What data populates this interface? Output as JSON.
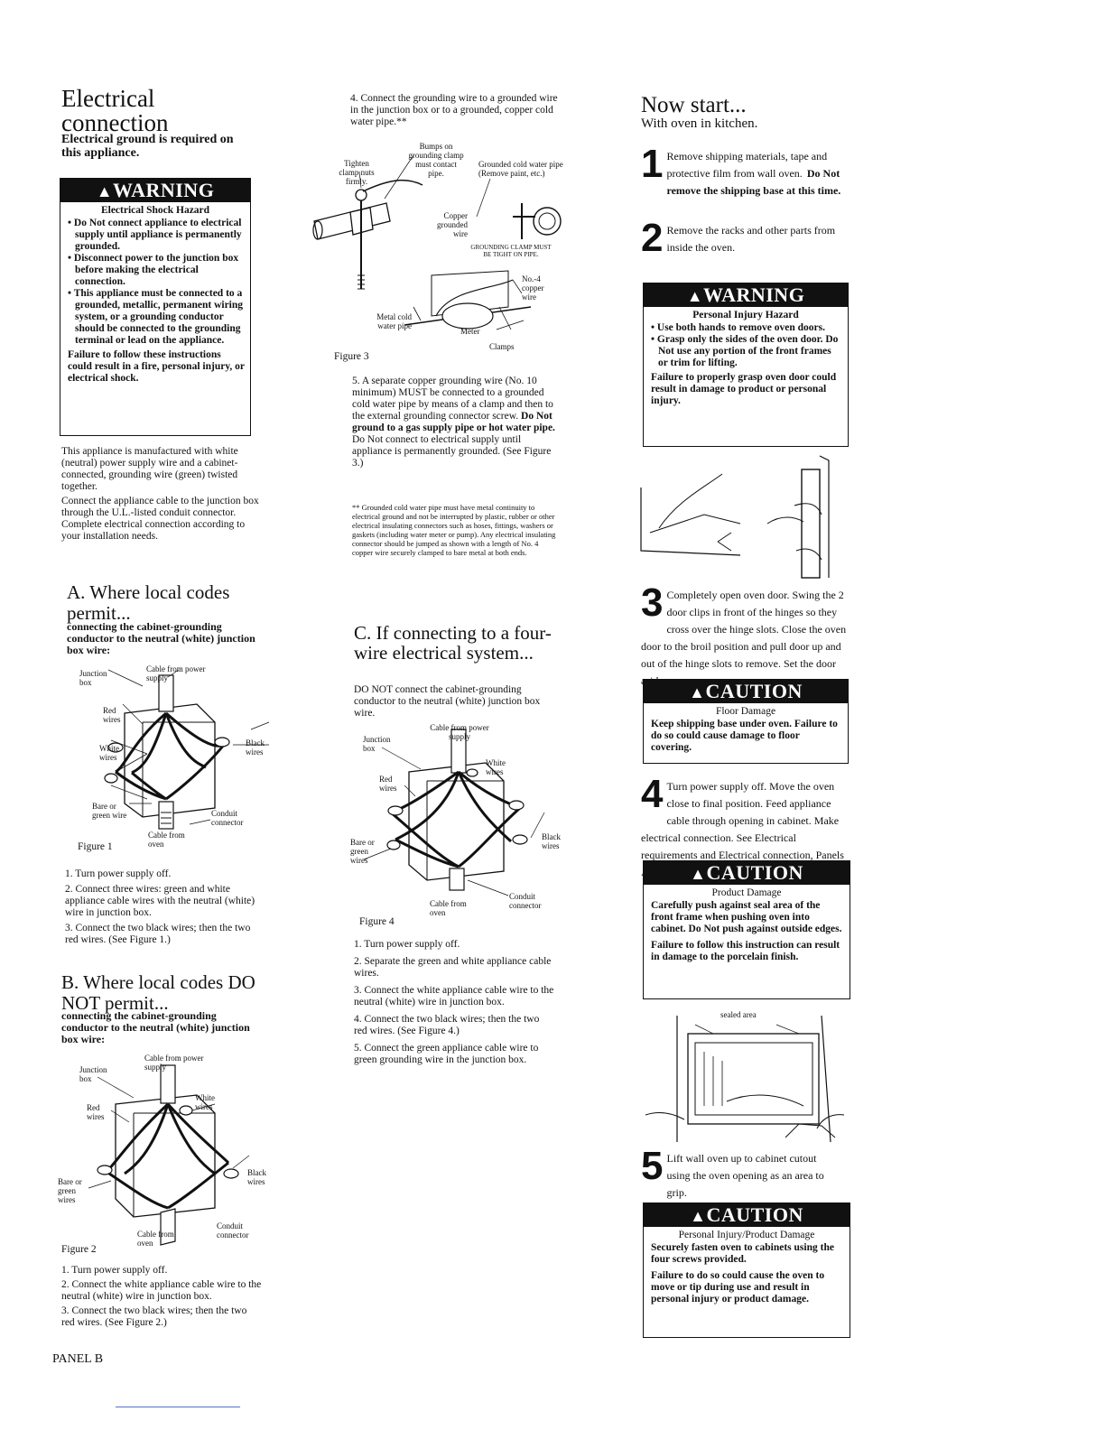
{
  "left": {
    "title": "Electrical connection",
    "subtitle": "Electrical ground is required on this appliance.",
    "warning": {
      "header": "WARNING",
      "title": "Electrical Shock Hazard",
      "items": [
        "Do Not connect appliance to electrical supply until appliance is permanently grounded.",
        "Disconnect power to the junction box before making the electrical connection.",
        "This appliance must be connected to a grounded, metallic, permanent wiring system, or a grounding conductor should be connected to the grounding terminal or lead on the appliance."
      ],
      "footer": "Failure to follow these instructions could result in a fire, personal injury, or electrical shock."
    },
    "para1": "This appliance is manufactured with white (neutral) power supply wire and a cabinet-connected, grounding wire (green) twisted together.",
    "para2": "Connect the appliance cable to the junction box through the U.L.-listed conduit connector. Complete electrical connection according to your installation needs.",
    "secA": {
      "title": "A. Where local codes permit...",
      "subtitle": "connecting the cabinet-grounding conductor to the neutral (white) junction box wire:",
      "fig": {
        "junction": "Junction box",
        "cable_supply": "Cable from power supply",
        "red": "Red wires",
        "white": "White wires",
        "black": "Black wires",
        "bare": "Bare or green wire",
        "conduit": "Conduit connector",
        "cable_oven": "Cable from oven",
        "caption": "Figure 1"
      },
      "steps": [
        "1. Turn power supply off.",
        "2. Connect three wires: green and white appliance cable wires with the neutral (white) wire in junction box.",
        "3. Connect the two black wires; then the two red wires. (See Figure 1.)"
      ]
    },
    "secB": {
      "title": "B. Where local codes DO NOT permit...",
      "subtitle": "connecting the cabinet-grounding conductor to the neutral (white) junction box wire:",
      "fig": {
        "junction": "Junction box",
        "cable_supply": "Cable from power supply",
        "red": "Red wires",
        "white": "White wires",
        "black": "Black wires",
        "bare": "Bare or green wires",
        "conduit": "Conduit connector",
        "cable_oven": "Cable from oven",
        "caption": "Figure 2"
      },
      "steps": [
        "1. Turn power supply off.",
        "2. Connect the white appliance cable wire to the neutral (white) wire in junction box.",
        "3. Connect the two black wires; then the two red wires. (See Figure 2.)"
      ]
    },
    "panel": "PANEL B"
  },
  "middle": {
    "step4": "4. Connect the grounding wire to a grounded wire in the junction box or to a grounded, copper cold water pipe.**",
    "fig3": {
      "tighten": "Tighten clamp nuts firmly.",
      "bumps": "Bumps on grounding clamp must contact pipe.",
      "grounded_cold": "Grounded cold water pipe (Remove paint, etc.)",
      "copper_grounded": "Copper grounded wire",
      "grounding_clamp": "GROUNDING CLAMP MUST BE TIGHT ON PIPE.",
      "no4": "No.-4 copper wire",
      "metal_cold": "Metal cold water pipe",
      "meter": "Meter",
      "clamps": "Clamps",
      "caption": "Figure 3"
    },
    "step5a": "5. A separate copper grounding wire (No. 10 minimum) MUST be connected to a grounded cold water pipe by means of a clamp and then to the external grounding connector screw.",
    "step5b": "Do Not ground to a gas supply pipe or hot water pipe.",
    "step5c": "Do Not connect to electrical supply until appliance is permanently grounded. (See Figure 3.)",
    "footnote": "** Grounded cold water pipe must have metal continuity to electrical ground and not be interrupted by plastic, rubber or other electrical insulating connectors such as hoses, fittings, washers or gaskets (including water meter or pump). Any electrical insulating connector should be jumped as shown with a length of No. 4 copper wire securely clamped to bare metal at both ends.",
    "secC": {
      "title": "C. If connecting to a four-wire electrical system...",
      "subtitle": "DO NOT connect the cabinet-grounding conductor to the neutral (white) junction box wire.",
      "fig": {
        "junction": "Junction box",
        "cable_supply": "Cable from power supply",
        "red": "Red wires",
        "white": "White wires",
        "black": "Black wires",
        "bare": "Bare or green wires",
        "conduit": "Conduit connector",
        "cable_oven": "Cable from oven",
        "caption": "Figure 4"
      },
      "steps": [
        "1. Turn power supply off.",
        "2. Separate the green and white appliance cable wires.",
        "3. Connect the white appliance cable wire to the neutral (white) wire in junction box.",
        "4. Connect the two black wires; then the two red wires. (See Figure 4.)",
        "5. Connect the green appliance cable wire to green grounding wire in the junction box."
      ]
    }
  },
  "right": {
    "title": "Now start...",
    "subtitle": "With oven in kitchen.",
    "step1": {
      "num": "1",
      "text": "Remove shipping materials, tape and protective film from wall oven.",
      "bold": "Do Not remove the shipping base at this time."
    },
    "step2": {
      "num": "2",
      "text": "Remove the racks and other parts from inside the oven."
    },
    "warning": {
      "header": "WARNING",
      "title": "Personal Injury Hazard",
      "items": [
        "Use both hands to remove oven doors.",
        "Grasp only the sides of the oven door. Do Not use any portion of the front frames or trim for lifting."
      ],
      "footer": "Failure to properly grasp oven door could result in damage to product or personal injury."
    },
    "step3": {
      "num": "3",
      "text": "Completely open oven door. Swing the 2 door clips in front of the hinges so they cross over the hinge slots. Close the oven door to the broil position and pull door up and out of the hinge slots to remove. Set the door aside."
    },
    "caution1": {
      "header": "CAUTION",
      "title": "Floor Damage",
      "text": "Keep shipping base under oven. Failure to do so could cause damage to floor covering."
    },
    "step4": {
      "num": "4",
      "text": "Turn power supply off. Move the oven close to final position. Feed appliance cable through opening in cabinet. Make electrical connection. See Electrical requirements and Electrical connection, Panels A and B."
    },
    "caution2": {
      "header": "CAUTION",
      "title": "Product Damage",
      "text": "Carefully push against seal area of the front frame when pushing oven into cabinet. Do Not push against outside edges.",
      "footer": "Failure to follow this instruction can result in damage to the porcelain finish."
    },
    "sealed": "sealed area",
    "step5": {
      "num": "5",
      "text": "Lift wall oven up to cabinet cutout using the oven opening as an area to grip."
    },
    "caution3": {
      "header": "CAUTION",
      "title": "Personal Injury/Product Damage",
      "text": "Securely fasten oven to cabinets using the four screws provided.",
      "footer": "Failure to do so could cause the oven to move or tip during use and result in personal injury or product damage."
    }
  }
}
